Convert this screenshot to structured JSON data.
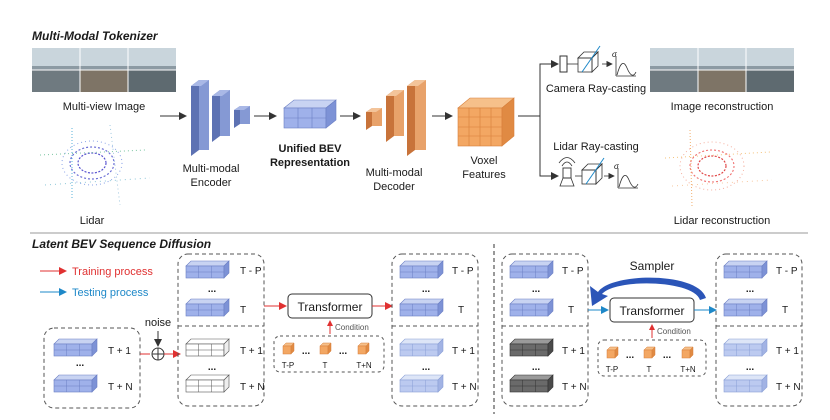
{
  "top": {
    "section_title": "Multi-Modal Tokenizer",
    "multiview_label": "Multi-view Image",
    "lidar_label": "Lidar",
    "encoder_label_1": "Multi-modal",
    "encoder_label_2": "Encoder",
    "bev_label_1": "Unified BEV",
    "bev_label_2": "Representation",
    "decoder_label_1": "Multi-modal",
    "decoder_label_2": "Decoder",
    "voxel_label_1": "Voxel",
    "voxel_label_2": "Features",
    "camera_raycast_label": "Camera Ray-casting",
    "lidar_raycast_label": "Lidar Ray-casting",
    "image_recon_label": "Image reconstruction",
    "lidar_recon_label": "Lidar reconstruction",
    "sigma": "σ"
  },
  "bottom": {
    "section_title": "Latent BEV Sequence Diffusion",
    "legend_training": "Training process",
    "legend_testing": "Testing process",
    "noise_label": "noise",
    "transformer_label": "Transformer",
    "condition_label": "Condition",
    "sampler_label": "Sampler",
    "ellipsis": "...",
    "t_minus_p": "T - P",
    "t": "T",
    "t_plus_1": "T + 1",
    "t_plus_n": "T + N",
    "cond_t_minus_p": "T-P",
    "cond_t": "T",
    "cond_t_plus_n": "T+N",
    "colors": {
      "training": "#e03131",
      "testing": "#1e88c8",
      "grid_blue": "#8fa6e6",
      "orange": "#e8a26a"
    }
  }
}
